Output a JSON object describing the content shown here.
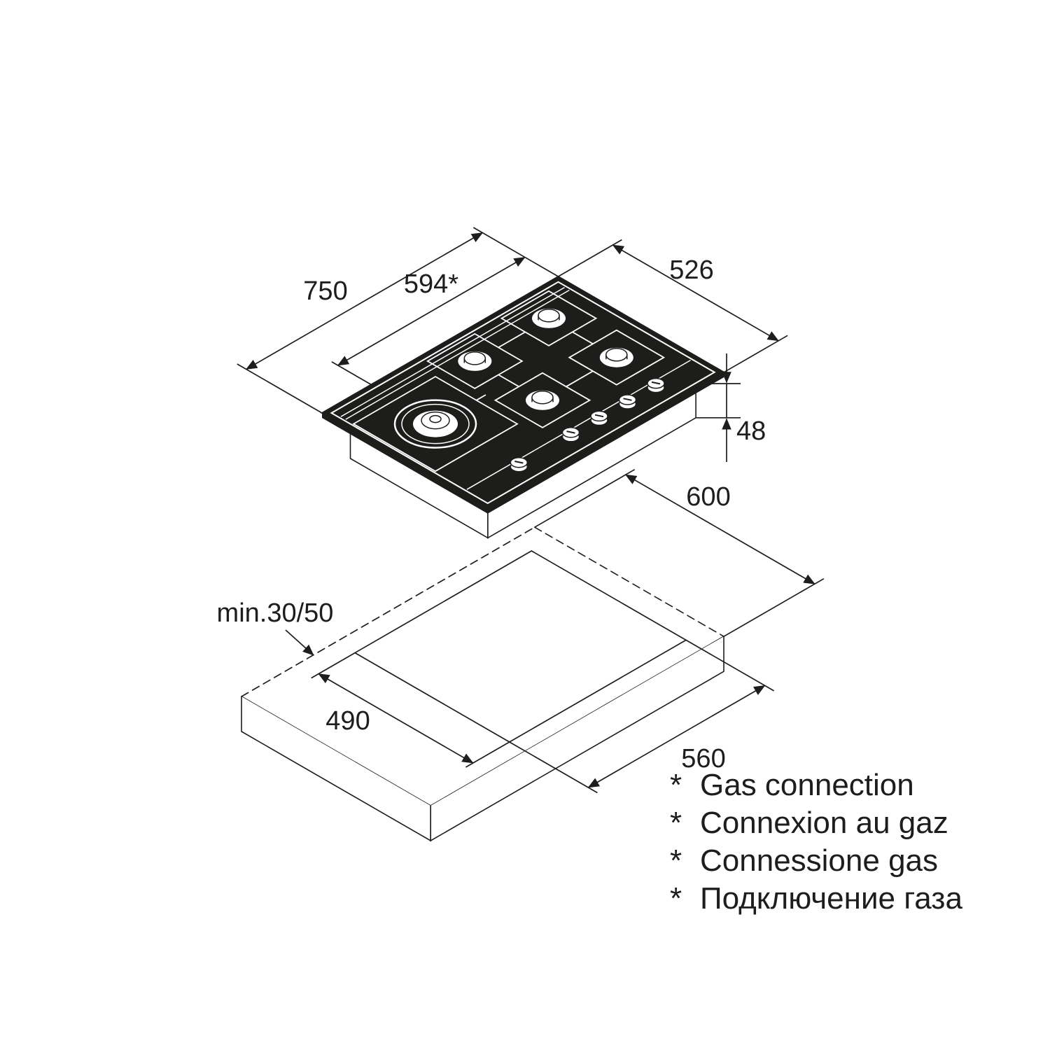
{
  "colors": {
    "ink": "#1d1d1b",
    "background": "#ffffff",
    "hob_fill": "#1d1d1b"
  },
  "diagram": {
    "dimensions": {
      "hob_width": "750",
      "gas_connection_offset": "594*",
      "hob_depth": "526",
      "built_in_height": "48",
      "worktop_depth": "600",
      "min_edge_clearance": "min.30/50",
      "cutout_depth": "490",
      "cutout_width": "560"
    },
    "footnotes": [
      {
        "marker": "*",
        "text": "Gas connection"
      },
      {
        "marker": "*",
        "text": "Connexion au gaz"
      },
      {
        "marker": "*",
        "text": "Connessione gas"
      },
      {
        "marker": "*",
        "text": "Подключение газа"
      }
    ]
  }
}
